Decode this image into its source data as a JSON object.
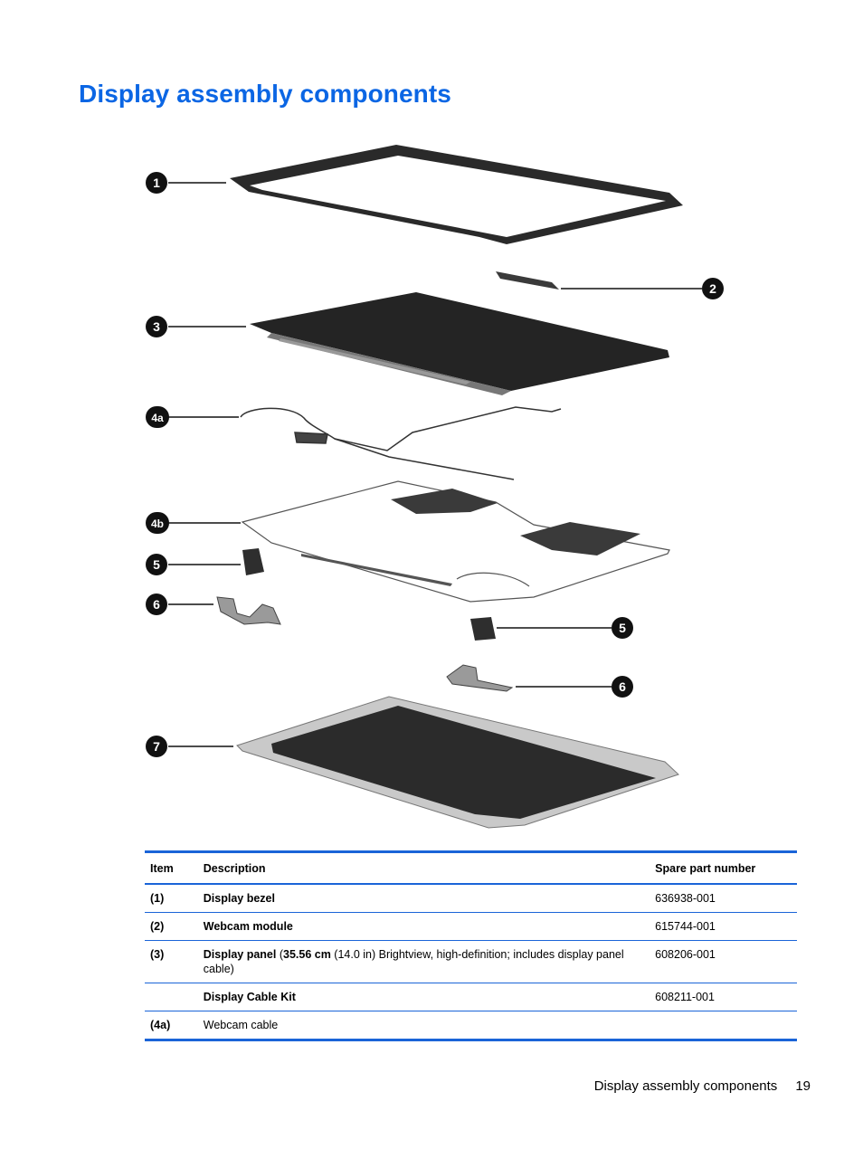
{
  "title": "Display assembly components",
  "figure": {
    "callouts": [
      "1",
      "2",
      "3",
      "4a",
      "4b",
      "5",
      "6",
      "5",
      "6",
      "7"
    ]
  },
  "table": {
    "headers": {
      "item": "Item",
      "description": "Description",
      "spare_part_number": "Spare part number"
    },
    "rows": [
      {
        "item": "(1)",
        "desc_bold": "Display bezel",
        "desc_open": "",
        "desc_bold2": "",
        "desc_rest": "",
        "spn": "636938-001"
      },
      {
        "item": "(2)",
        "desc_bold": "Webcam module",
        "desc_open": "",
        "desc_bold2": "",
        "desc_rest": "",
        "spn": "615744-001"
      },
      {
        "item": "(3)",
        "desc_bold": "Display panel",
        "desc_open": " (",
        "desc_bold2": "35.56 cm",
        "desc_rest": " (14.0 in) Brightview, high-definition; includes display panel cable)",
        "spn": "608206-001"
      },
      {
        "item": "",
        "desc_bold": "Display Cable Kit",
        "desc_open": "",
        "desc_bold2": "",
        "desc_rest": "",
        "spn": "608211-001"
      },
      {
        "item": "(4a)",
        "desc_bold": "",
        "desc_open": "",
        "desc_bold2": "",
        "desc_rest": "Webcam cable",
        "spn": ""
      }
    ]
  },
  "footer": {
    "section": "Display assembly components",
    "page": "19"
  }
}
